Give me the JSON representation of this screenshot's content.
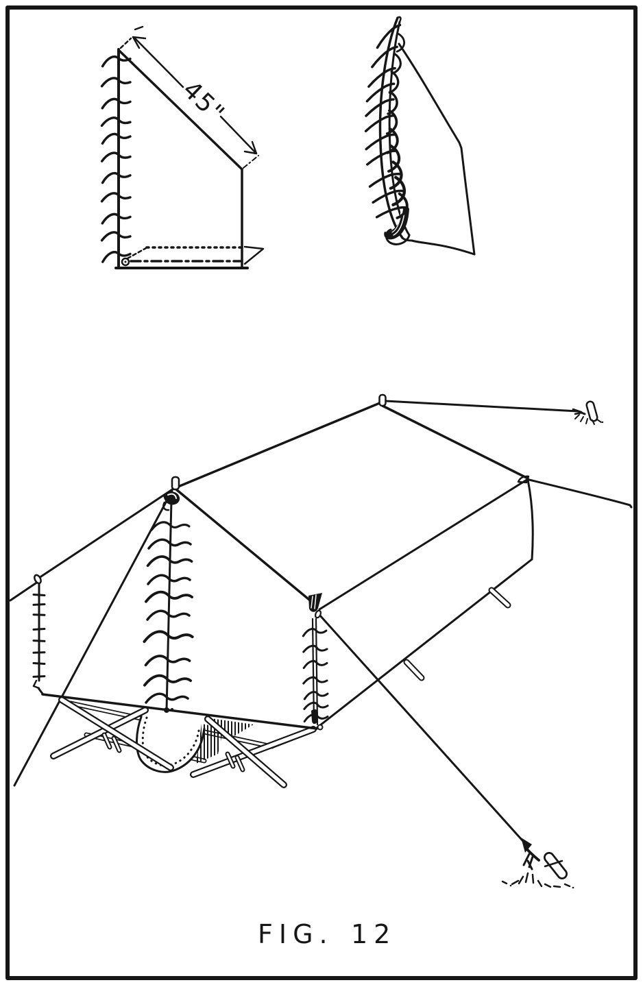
{
  "figure": {
    "caption_fig": "FIG.",
    "caption_number": "12",
    "caption_full": "FIG. 12"
  },
  "annotations": {
    "panel_length": "45\""
  },
  "colors": {
    "ink": "#161616",
    "paper": "#ffffff"
  }
}
